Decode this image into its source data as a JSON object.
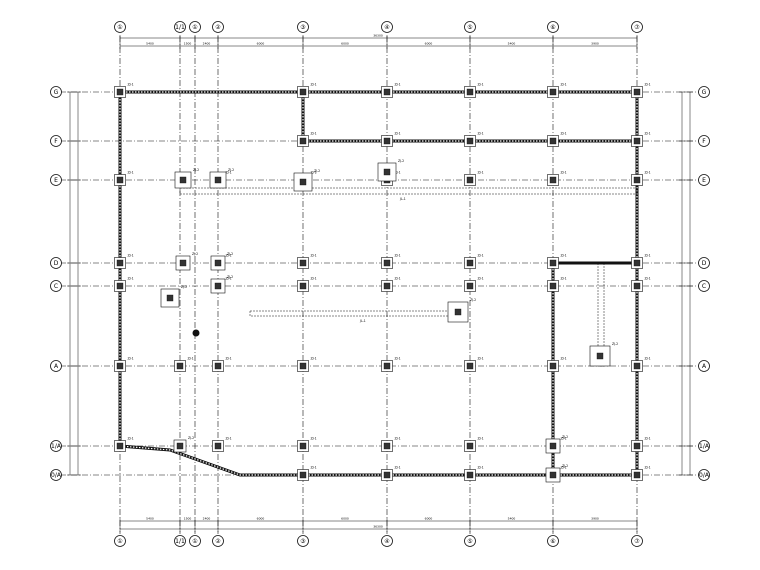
{
  "drawing": {
    "x_axes": [
      {
        "id": "x1",
        "label": "①"
      },
      {
        "id": "x1a",
        "label": "1/1"
      },
      {
        "id": "x1b",
        "label": "①"
      },
      {
        "id": "x2",
        "label": "②"
      },
      {
        "id": "x3",
        "label": "③"
      },
      {
        "id": "x4",
        "label": "④"
      },
      {
        "id": "x5",
        "label": "⑤"
      },
      {
        "id": "x6",
        "label": "⑥"
      },
      {
        "id": "x7",
        "label": "⑦"
      }
    ],
    "y_axes": [
      {
        "id": "yG",
        "label": "G"
      },
      {
        "id": "yF",
        "label": "F"
      },
      {
        "id": "yE",
        "label": "E"
      },
      {
        "id": "yD",
        "label": "D"
      },
      {
        "id": "yC",
        "label": "C"
      },
      {
        "id": "yA",
        "label": "A"
      },
      {
        "id": "yA1",
        "label": "1/A"
      },
      {
        "id": "yA0",
        "label": "0/A"
      }
    ],
    "top_dimensions": [
      "5400",
      "1500",
      "2400",
      "6000",
      "6000",
      "6000",
      "5400",
      "3900"
    ],
    "top_total": "36300",
    "bottom_dimensions": [
      "5400",
      "1500",
      "2400",
      "6000",
      "6000",
      "6000",
      "5400",
      "3900"
    ],
    "bottom_total": "36300",
    "column_tag": "ZJ-1",
    "footing_tag": "ZJ-2",
    "beam_tag": "JL-1"
  }
}
